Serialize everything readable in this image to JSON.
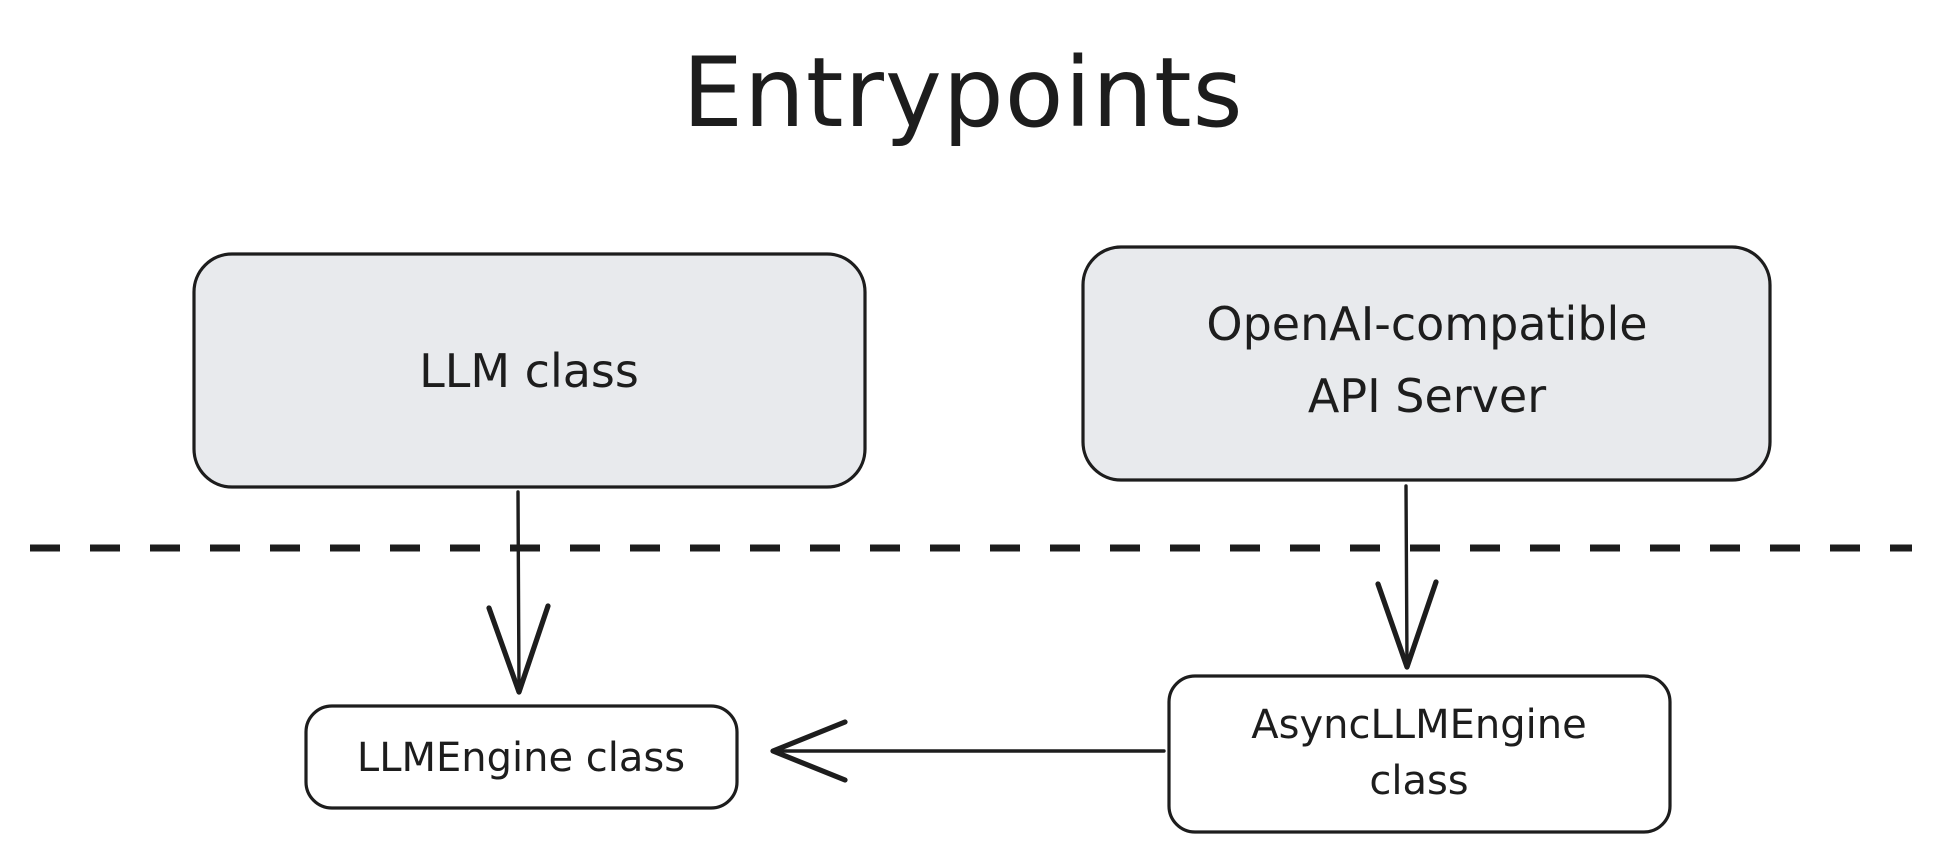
{
  "diagram": {
    "title": "Entrypoints",
    "style": "hand-drawn-excalidraw",
    "background_color": "#ffffff",
    "ink_color": "#1d1d1d",
    "node_fill_color": "#e8eaed",
    "node_plain_fill_color": "#ffffff"
  },
  "nodes": {
    "llm_class": {
      "label": "LLM class",
      "fill": "#e8eaed",
      "layer": "upper"
    },
    "api_server": {
      "label_line_1": "OpenAI-compatible",
      "label_line_2": "API Server",
      "fill": "#e8eaed",
      "layer": "upper"
    },
    "llm_engine": {
      "label": "LLMEngine class",
      "fill": "#ffffff",
      "layer": "lower"
    },
    "async_llm_engine": {
      "label_line_1": "AsyncLLMEngine",
      "label_line_2": "class",
      "fill": "#ffffff",
      "layer": "lower"
    }
  },
  "edges": [
    {
      "name": "llm-class-to-llm-engine",
      "from": "llm_class",
      "to": "llm_engine",
      "direction": "down",
      "style": "solid",
      "arrowhead": "open-v"
    },
    {
      "name": "api-server-to-async-engine",
      "from": "api_server",
      "to": "async_llm_engine",
      "direction": "down",
      "style": "solid",
      "arrowhead": "open-v"
    },
    {
      "name": "async-engine-to-llm-engine",
      "from": "async_llm_engine",
      "to": "llm_engine",
      "direction": "left",
      "style": "solid",
      "arrowhead": "open-v"
    }
  ],
  "divider": {
    "name": "layer-divider",
    "style": "dashed",
    "orientation": "horizontal"
  }
}
